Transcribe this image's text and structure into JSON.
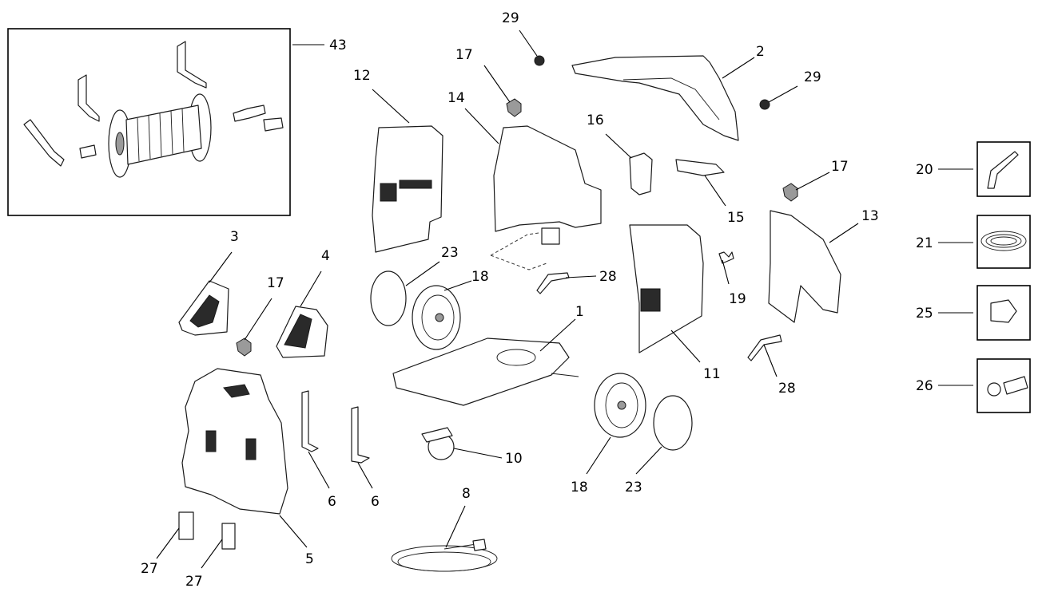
{
  "callouts": [
    {
      "id": "c43",
      "text": "43"
    },
    {
      "id": "c29a",
      "text": "29"
    },
    {
      "id": "c2",
      "text": "2"
    },
    {
      "id": "c29b",
      "text": "29"
    },
    {
      "id": "c17a",
      "text": "17"
    },
    {
      "id": "c14",
      "text": "14"
    },
    {
      "id": "c12",
      "text": "12"
    },
    {
      "id": "c16",
      "text": "16"
    },
    {
      "id": "c15",
      "text": "15"
    },
    {
      "id": "c17b",
      "text": "17"
    },
    {
      "id": "c13",
      "text": "13"
    },
    {
      "id": "c20",
      "text": "20"
    },
    {
      "id": "c21",
      "text": "21"
    },
    {
      "id": "c25",
      "text": "25"
    },
    {
      "id": "c26",
      "text": "26"
    },
    {
      "id": "c3",
      "text": "3"
    },
    {
      "id": "c4",
      "text": "4"
    },
    {
      "id": "c17c",
      "text": "17"
    },
    {
      "id": "c23a",
      "text": "23"
    },
    {
      "id": "c18a",
      "text": "18"
    },
    {
      "id": "c28a",
      "text": "28"
    },
    {
      "id": "c19",
      "text": "19"
    },
    {
      "id": "c1",
      "text": "1"
    },
    {
      "id": "c11",
      "text": "11"
    },
    {
      "id": "c28b",
      "text": "28"
    },
    {
      "id": "c10",
      "text": "10"
    },
    {
      "id": "c6a",
      "text": "6"
    },
    {
      "id": "c6b",
      "text": "6"
    },
    {
      "id": "c18b",
      "text": "18"
    },
    {
      "id": "c23b",
      "text": "23"
    },
    {
      "id": "c8",
      "text": "8"
    },
    {
      "id": "c5",
      "text": "5"
    },
    {
      "id": "c27a",
      "text": "27"
    },
    {
      "id": "c27b",
      "text": "27"
    }
  ]
}
